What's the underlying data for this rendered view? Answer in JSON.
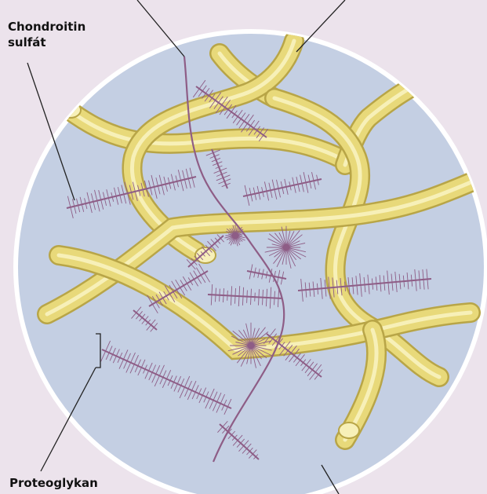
{
  "labels": {
    "chondroitin_line1": "Chondroitin",
    "chondroitin_line2": "sulfát",
    "proteoglycan": "Proteoglykan"
  },
  "colors": {
    "background": "#ece3ec",
    "circle_fill": "#c4cfe3",
    "circle_border": "#ffffff",
    "fiber": "#e8d97a",
    "fiber_edge": "#b8a547",
    "fiber_highlight": "#f7f0b8",
    "proteoglycan": "#8e5d86",
    "leader_line": "#222222"
  }
}
